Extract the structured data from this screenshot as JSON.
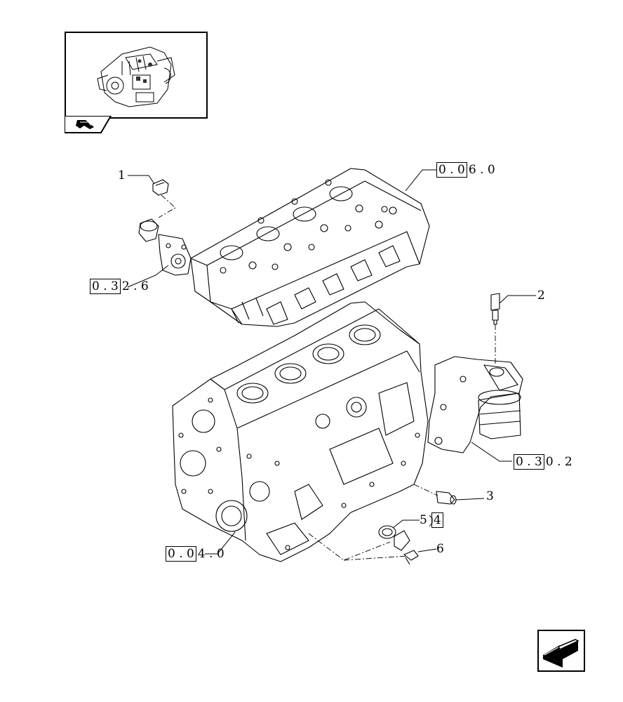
{
  "title": "",
  "callouts": {
    "item_1": "1",
    "item_2": "2",
    "item_3": "3",
    "item_5": "5",
    "item_4": "4",
    "item_6": "6"
  },
  "refs": {
    "cylinder_head": {
      "boxed": "0 . 0",
      "rest": "6 . 0"
    },
    "water_pump": {
      "boxed": "0 . 3",
      "rest": "2 . 6"
    },
    "oil_filter": {
      "boxed": "0 . 3",
      "rest": "0 . 2"
    },
    "crankcase": {
      "boxed": "0 . 0",
      "rest": "4 . 0"
    }
  },
  "icons": {
    "thumbnail": "engine-thumbnail-icon",
    "tab": "hand-pointer-icon",
    "next": "next-page-arrow-icon"
  }
}
